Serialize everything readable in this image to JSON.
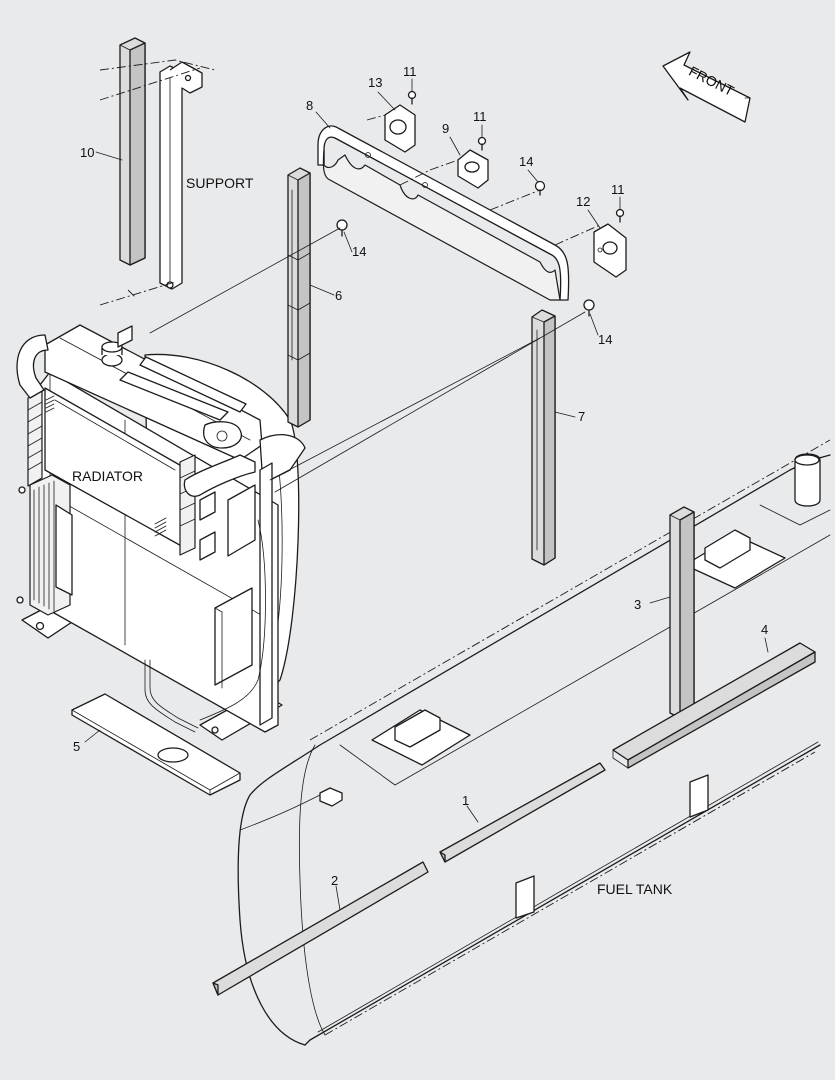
{
  "labels": {
    "support": "SUPPORT",
    "radiator": "RADIATOR",
    "fuel_tank": "FUEL TANK",
    "front": "FRONT"
  },
  "callouts": {
    "p1": "1",
    "p2": "2",
    "p3": "3",
    "p4": "4",
    "p5": "5",
    "p6": "6",
    "p7": "7",
    "p8": "8",
    "p9": "9",
    "p10": "10",
    "p11a": "11",
    "p11b": "11",
    "p11c": "11",
    "p12": "12",
    "p13": "13",
    "p14a": "14",
    "p14b": "14",
    "p14c": "14"
  }
}
